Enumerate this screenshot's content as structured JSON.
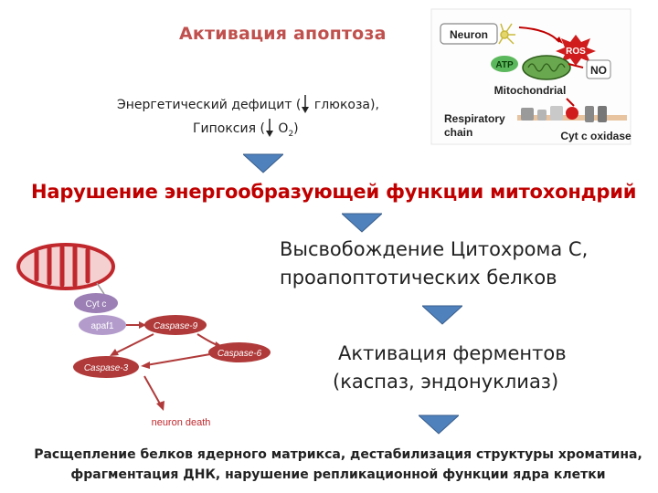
{
  "title": "Активация апоптоза",
  "causes": {
    "line1_before": "Энергетический дефицит (",
    "line1_after": " глюкоза),",
    "line2_before": "Гипоксия (",
    "line2_after": " O",
    "line2_sub": "2",
    "line2_end": ")"
  },
  "headline": "Нарушение энергообразующей  функции митохондрий",
  "step1": {
    "line1": "Высвобождение Цитохрома С,",
    "line2": "проапоптотических белков"
  },
  "step2": {
    "line1": "Активация ферментов",
    "line2": "(каспаз, эндонуклиаз)"
  },
  "final": {
    "line1": "Расщепление белков ядерного матрикса, дестабилизация структуры хроматина,",
    "line2": "фрагментация ДНК, нарушение репликационной функции ядра клетки"
  },
  "top_figure": {
    "neuron": "Neuron",
    "ros": "ROS",
    "atp": "ATP",
    "no": "NO",
    "mitochondrial": "Mitochondrial",
    "respiratory1": "Respiratory",
    "respiratory2": "chain",
    "cyt_oxidase": "Cyt c oxidase"
  },
  "cascade_figure": {
    "cyt_c": "Cyt c",
    "apaf1": "apaf1",
    "caspase9": "Caspase-9",
    "caspase6": "Caspase-6",
    "caspase3": "Caspase-3",
    "neuron_death": "neuron death"
  },
  "colors": {
    "accent_red": "#c00000",
    "title_red": "#c0504d",
    "arrow_blue": "#4f81bd",
    "caspase_red": "#b03a3a"
  }
}
